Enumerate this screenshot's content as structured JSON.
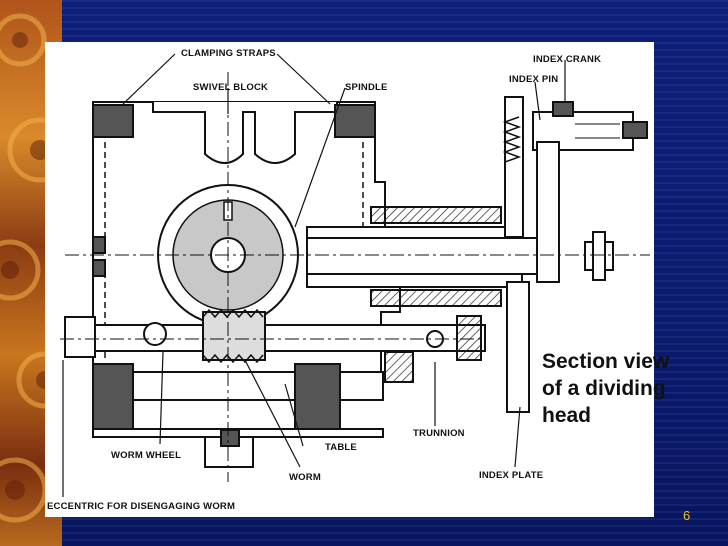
{
  "diagram": {
    "labels": {
      "clamping_straps": "CLAMPING STRAPS",
      "swivel_block": "SWIVEL BLOCK",
      "spindle": "SPINDLE",
      "index_crank": "INDEX CRANK",
      "index_pin": "INDEX PIN",
      "worm_wheel": "WORM WHEEL",
      "table": "TABLE",
      "trunnion": "TRUNNION",
      "worm": "WORM",
      "index_plate": "INDEX PLATE",
      "eccentric": "ECCENTRIC FOR DISENGAGING WORM"
    }
  },
  "caption": {
    "line1": "Section view",
    "line2": "of a dividing",
    "line3": "head"
  },
  "slide": {
    "page_number": "6"
  },
  "colors": {
    "background": "#0a1a6e",
    "figure_bg": "#ffffff",
    "page_number": "#f0c020"
  }
}
